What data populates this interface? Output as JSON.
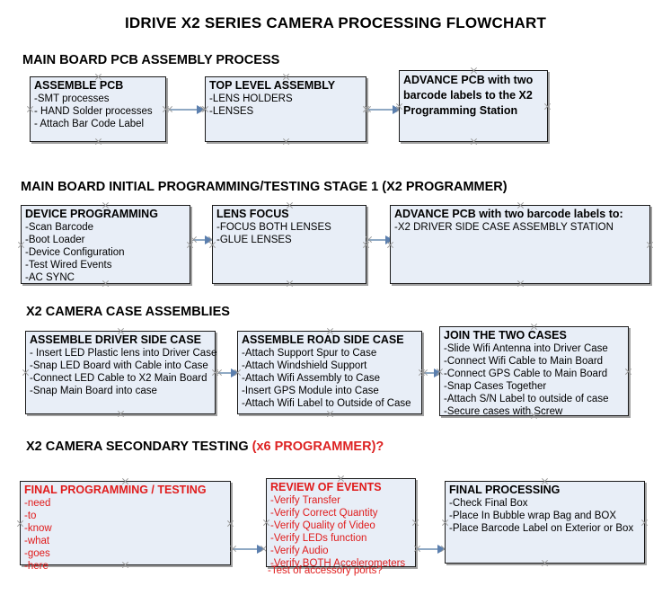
{
  "document": {
    "title": "IDRIVE X2  SERIES CAMERA PROCESSING FLOWCHART"
  },
  "sections": [
    {
      "id": "main-board-pcb-assembly",
      "heading": "MAIN BOARD PCB ASSEMBLY PROCESS",
      "heading_accent": "",
      "nodes": [
        {
          "id": "assemble-pcb",
          "title": "ASSEMBLE PCB",
          "lines": [
            "-SMT processes",
            "- HAND Solder processes",
            "- Attach Bar Code Label"
          ]
        },
        {
          "id": "top-level-assembly",
          "title": "TOP LEVEL ASSEMBLY",
          "lines": [
            "-LENS HOLDERS",
            "-LENSES"
          ]
        },
        {
          "id": "advance-pcb-to-x2-programming-station",
          "title": "ADVANCE PCB with two barcode labels to the  X2 Programming Station",
          "lines": []
        }
      ]
    },
    {
      "id": "main-board-initial-programming",
      "heading": "MAIN BOARD INITIAL PROGRAMMING/TESTING STAGE 1 (X2 PROGRAMMER)",
      "heading_accent": "",
      "nodes": [
        {
          "id": "device-programming",
          "title": "DEVICE PROGRAMMING",
          "lines": [
            "-Scan Barcode",
            "-Boot Loader",
            "-Device Configuration",
            "-Test Wired Events",
            "-AC SYNC"
          ]
        },
        {
          "id": "lens-focus",
          "title": "LENS FOCUS",
          "lines": [
            "-FOCUS BOTH LENSES",
            "-GLUE LENSES"
          ]
        },
        {
          "id": "advance-pcb-to-driver-side-case-station",
          "title": "ADVANCE PCB with two barcode labels to:",
          "lines": [
            "-X2 DRIVER  SIDE  CASE  ASSEMBLY STATION"
          ]
        }
      ]
    },
    {
      "id": "x2-camera-case-assemblies",
      "heading": "X2 CAMERA CASE ASSEMBLIES",
      "heading_accent": "",
      "nodes": [
        {
          "id": "assemble-driver-side-case",
          "title": "ASSEMBLE DRIVER SIDE CASE",
          "lines": [
            "- Insert LED Plastic lens into Driver Case",
            "-Snap LED Board with Cable into Case",
            "-Connect LED Cable to X2 Main Board",
            "-Snap Main Board into case"
          ]
        },
        {
          "id": "assemble-road-side-case",
          "title": "ASSEMBLE ROAD SIDE CASE",
          "lines": [
            "-Attach Support Spur to Case",
            "-Attach Windshield Support",
            "-Attach Wifi Assembly to Case",
            "-Insert GPS Module into Case",
            "-Attach Wifi Label to Outside of Case"
          ]
        },
        {
          "id": "join-the-two-cases",
          "title": "JOIN THE TWO CASES",
          "lines": [
            "-Slide Wifi Antenna into Driver Case",
            "-Connect Wifi Cable to Main Board",
            "-Connect GPS Cable to Main Board",
            "-Snap Cases Together",
            "-Attach S/N Label to outside of case",
            "-Secure cases with Screw"
          ]
        }
      ]
    },
    {
      "id": "x2-camera-secondary-testing",
      "heading": "X2 CAMERA SECONDARY TESTING ",
      "heading_accent": "(x6 PROGRAMMER)?",
      "nodes": [
        {
          "id": "final-programming-testing",
          "title": "FINAL PROGRAMMING / TESTING",
          "lines": [
            "-need",
            "-to",
            "-know",
            "-what",
            "-goes",
            "-here"
          ]
        },
        {
          "id": "review-of-events",
          "title": "REVIEW OF EVENTS",
          "lines": [
            "-Verify Transfer",
            "-Verify Correct Quantity",
            "-Verify Quality of Video",
            "-Verify LEDs function",
            "-Verify Audio",
            "-Verify BOTH Accelerometers"
          ],
          "overflow_line": "-Test of accessory ports?"
        },
        {
          "id": "final-processing",
          "title": "FINAL PROCESSING",
          "lines": [
            " -Check Final Box",
            "-Place In Bubble wrap Bag and BOX",
            "-Place Barcode Label on Exterior or Box"
          ]
        }
      ]
    }
  ],
  "colors": {
    "node_fill": "#e8eef7",
    "node_border": "#1a1a1a",
    "connector": "#8fa9c4",
    "arrow": "#5b7fae",
    "accent_red": "#e01b1b",
    "text": "#000000"
  }
}
